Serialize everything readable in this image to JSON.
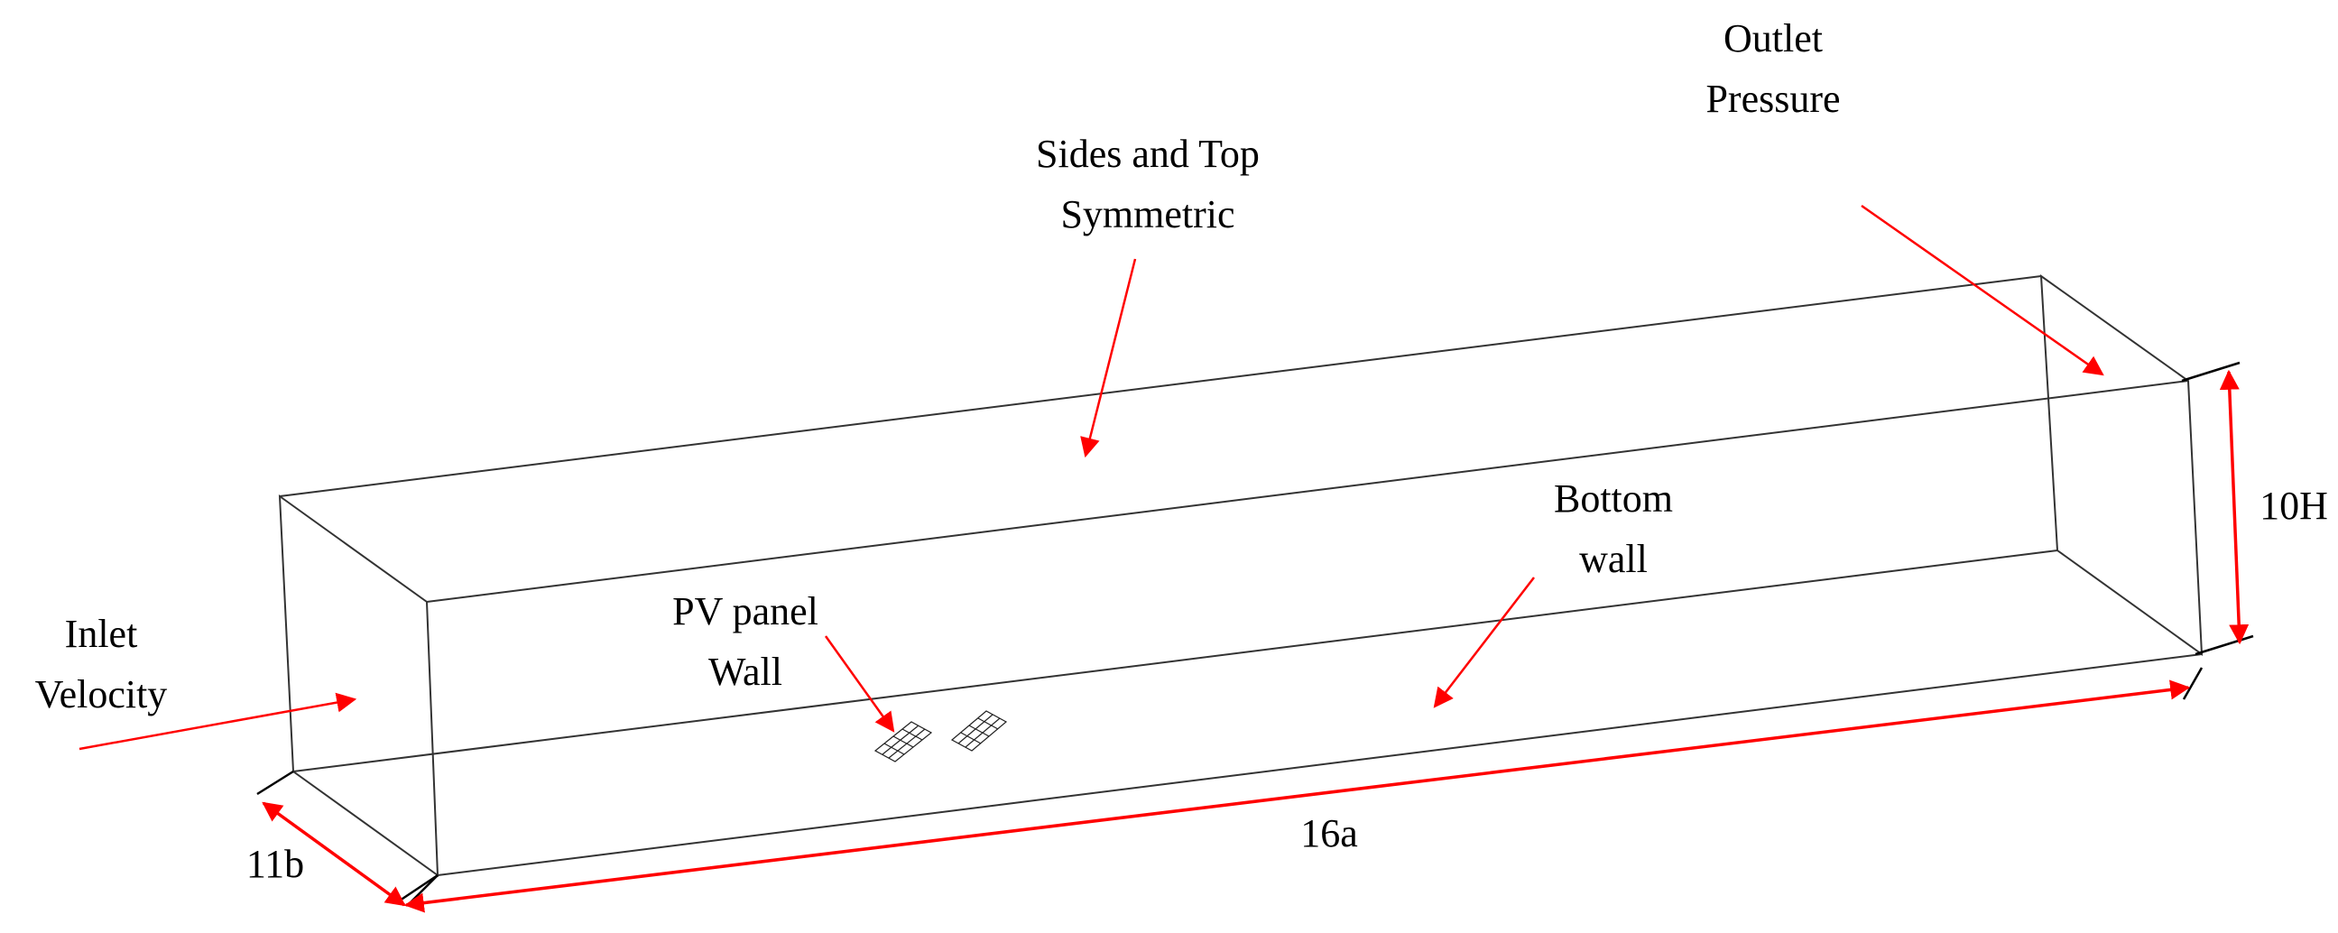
{
  "colors": {
    "arrow": "#ff0000",
    "box": "#333333",
    "text": "#000000"
  },
  "labels": {
    "outlet_line1": "Outlet",
    "outlet_line2": "Pressure",
    "sides_line1": "Sides and Top",
    "sides_line2": "Symmetric",
    "bottom_line1": "Bottom",
    "bottom_line2": "wall",
    "inlet_line1": "Inlet",
    "inlet_line2": "Velocity",
    "pv_line1": "PV panel",
    "pv_line2": "Wall",
    "dim_height": "10H",
    "dim_length": "16a",
    "dim_width": "11b"
  }
}
